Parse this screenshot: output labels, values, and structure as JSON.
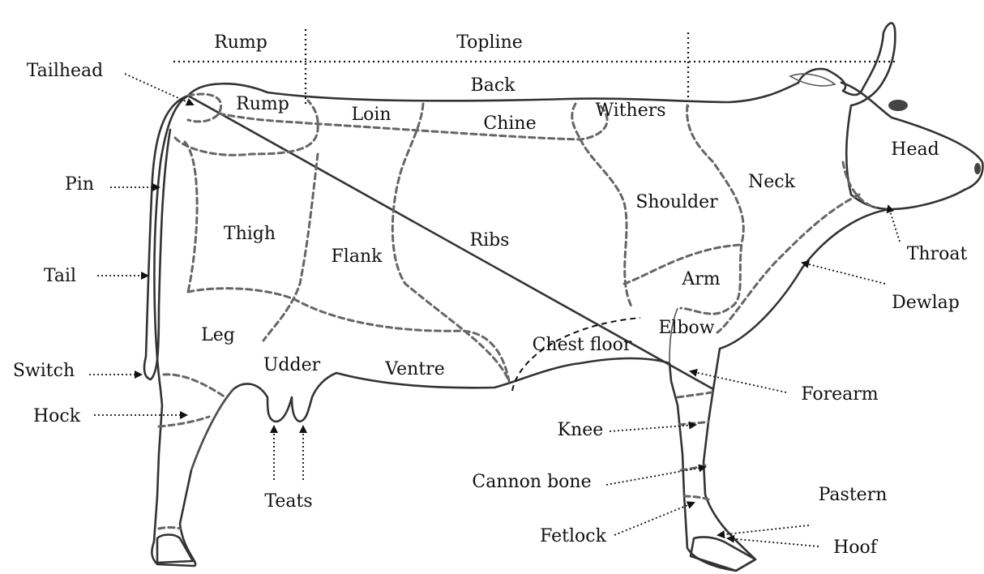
{
  "header": {
    "rump": "Rump",
    "topline": "Topline"
  },
  "regions": {
    "back": "Back",
    "rump": "Rump",
    "loin": "Loin",
    "chine": "Chine",
    "withers": "Withers",
    "head": "Head",
    "neck": "Neck",
    "shoulder": "Shoulder",
    "thigh": "Thigh",
    "flank": "Flank",
    "ribs": "Ribs",
    "arm": "Arm",
    "elbow": "Elbow",
    "leg": "Leg",
    "udder": "Udder",
    "ventre": "Ventre",
    "chest_floor": "Chest floor"
  },
  "callouts": {
    "tailhead": "Tailhead",
    "pin": "Pin",
    "tail": "Tail",
    "switch": "Switch",
    "hock": "Hock",
    "teats": "Teats",
    "throat": "Throat",
    "dewlap": "Dewlap",
    "forearm": "Forearm",
    "knee": "Knee",
    "cannon_bone": "Cannon bone",
    "pastern": "Pastern",
    "fetlock": "Fetlock",
    "hoof": "Hoof"
  }
}
